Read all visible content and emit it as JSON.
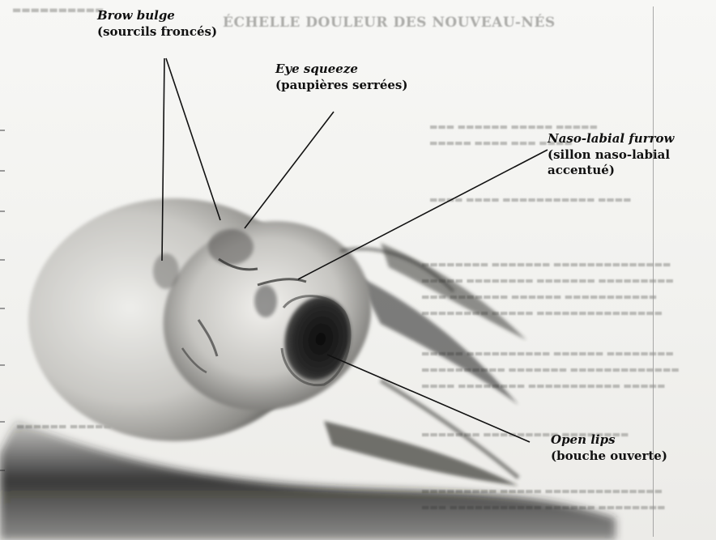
{
  "labels": [
    {
      "id": "brow-bulge",
      "title": "Brow bulge",
      "sub": "(sourcils froncés)"
    },
    {
      "id": "eye-squeeze",
      "title": "Eye squeeze",
      "sub": "(paupières serrées)"
    },
    {
      "id": "naso-labial",
      "title": "Naso-labial furrow",
      "sub": [
        "(sillon naso-labial",
        "accentué)"
      ]
    },
    {
      "id": "open-lips",
      "title": "Open lips",
      "sub": "(bouche ouverte)"
    }
  ],
  "background_text": {
    "heading": "ÉCHELLE DOULEUR DES NOUVEAU-NÉS"
  },
  "colors": {
    "ink": "#111111",
    "paper": "#f3f3f0",
    "shadow": "#1a1a1a"
  }
}
